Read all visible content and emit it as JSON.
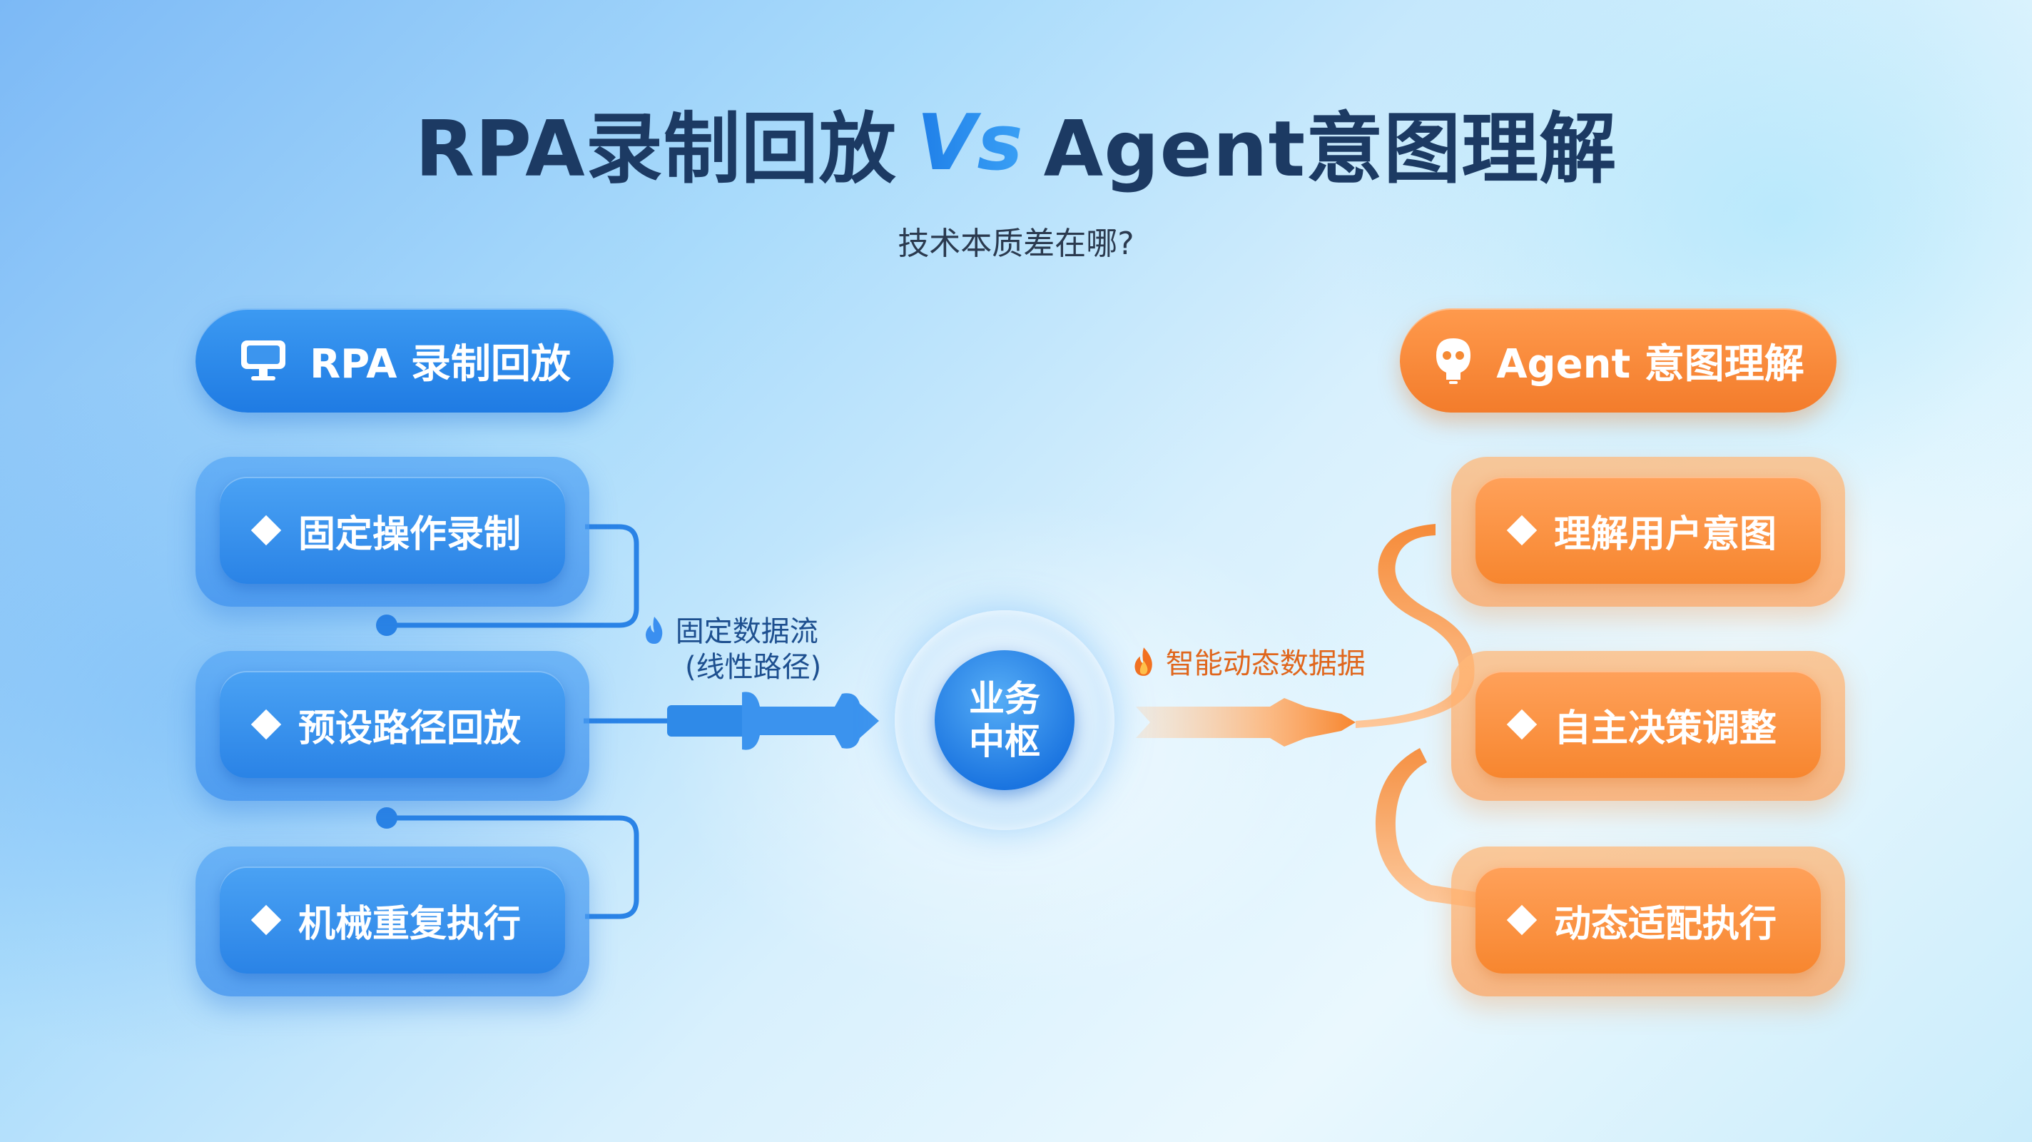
{
  "title": {
    "left": "RPA录制回放",
    "vs": "Vs",
    "right": "Agent意图理解"
  },
  "subtitle": "技术本质差在哪?",
  "left_panel": {
    "header": "RPA 录制回放",
    "items": [
      {
        "label": "固定操作录制"
      },
      {
        "label": "预设路径回放"
      },
      {
        "label": "机械重复执行"
      }
    ],
    "flow_label_line1": "固定数据流",
    "flow_label_line2": "(线性路径)"
  },
  "hub": {
    "line1": "业务",
    "line2": "中枢"
  },
  "right_panel": {
    "header": "Agent 意图理解",
    "items": [
      {
        "label": "理解用户意图"
      },
      {
        "label": "自主决策调整"
      },
      {
        "label": "动态适配执行"
      }
    ],
    "flow_label": "智能动态数据据"
  },
  "colors": {
    "blue_accent": "#2a83e6",
    "orange_accent": "#f7862f",
    "title": "#1c3a63"
  },
  "icons": {
    "left_header": "monitor-icon",
    "right_header": "robot-head-icon",
    "left_flow": "flame-icon",
    "right_flow": "flame-icon",
    "bullet": "diamond-icon"
  }
}
